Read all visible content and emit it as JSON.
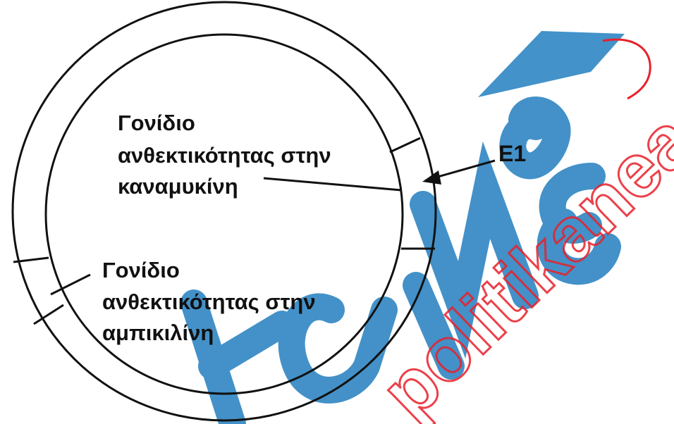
{
  "diagram": {
    "labels": {
      "kanamycin_gene": [
        "Γονίδιο",
        "ανθεκτικότητας στην",
        "καναμυκίνη"
      ],
      "ampicillin_gene": [
        "Γονίδιο",
        "ανθεκτικότητας στην",
        "αμπικιλίνη"
      ],
      "site_marker": "E1"
    }
  },
  "watermark": {
    "logo_text": "kaiNέα",
    "site_text": "politikanea.gr",
    "colors": {
      "blue": "#2f86c3",
      "red": "#e8212b"
    }
  }
}
